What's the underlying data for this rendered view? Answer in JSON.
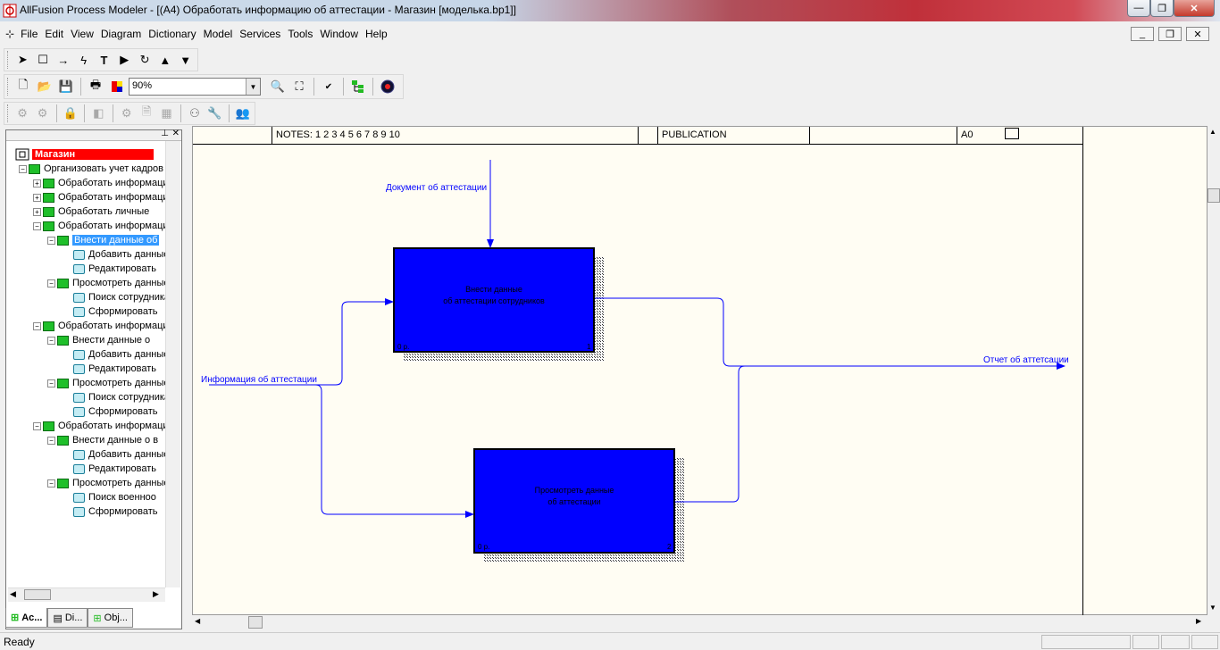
{
  "window": {
    "title": "AllFusion Process Modeler - [(A4) Обработать информацию  об аттестации  - Магазин  [моделька.bp1]]",
    "minimize": "—",
    "maximize": "❐",
    "close": "✕"
  },
  "menu": [
    "File",
    "Edit",
    "View",
    "Diagram",
    "Dictionary",
    "Model",
    "Services",
    "Tools",
    "Window",
    "Help"
  ],
  "mdi_buttons": [
    "_",
    "❐",
    "✕"
  ],
  "toolbar_zoom": {
    "value": "90%"
  },
  "tree": {
    "root": "Магазин",
    "items": [
      {
        "label": "Организовать учет кадров",
        "level": 0,
        "exp": "−",
        "icon": "green"
      },
      {
        "label": "Обработать информацию",
        "level": 1,
        "exp": "+",
        "icon": "green"
      },
      {
        "label": "Обработать информацию",
        "level": 1,
        "exp": "+",
        "icon": "green"
      },
      {
        "label": "Обработать  личные",
        "level": 1,
        "exp": "+",
        "icon": "green"
      },
      {
        "label": "Обработать информацию",
        "level": 1,
        "exp": "−",
        "icon": "green"
      },
      {
        "label": "Внести данные  об",
        "level": 2,
        "exp": "−",
        "icon": "green",
        "selected": true
      },
      {
        "label": "Добавить данные",
        "level": 3,
        "exp": "",
        "icon": "cyan"
      },
      {
        "label": "Редактировать",
        "level": 3,
        "exp": "",
        "icon": "cyan"
      },
      {
        "label": "Просмотреть данные",
        "level": 2,
        "exp": "−",
        "icon": "green"
      },
      {
        "label": "Поиск сотрудника",
        "level": 3,
        "exp": "",
        "icon": "cyan"
      },
      {
        "label": "Сформировать",
        "level": 3,
        "exp": "",
        "icon": "cyan"
      },
      {
        "label": "Обработать информацию",
        "level": 1,
        "exp": "−",
        "icon": "green"
      },
      {
        "label": "Внести данные  о",
        "level": 2,
        "exp": "−",
        "icon": "green"
      },
      {
        "label": "Добавить данные",
        "level": 3,
        "exp": "",
        "icon": "cyan"
      },
      {
        "label": "Редактировать",
        "level": 3,
        "exp": "",
        "icon": "cyan"
      },
      {
        "label": "Просмотреть данные",
        "level": 2,
        "exp": "−",
        "icon": "green"
      },
      {
        "label": "Поиск сотрудника",
        "level": 3,
        "exp": "",
        "icon": "cyan"
      },
      {
        "label": "Сформировать",
        "level": 3,
        "exp": "",
        "icon": "cyan"
      },
      {
        "label": "Обработать информацию",
        "level": 1,
        "exp": "−",
        "icon": "green"
      },
      {
        "label": "Внести данные о в",
        "level": 2,
        "exp": "−",
        "icon": "green"
      },
      {
        "label": "Добавить данные",
        "level": 3,
        "exp": "",
        "icon": "cyan"
      },
      {
        "label": "Редактировать",
        "level": 3,
        "exp": "",
        "icon": "cyan"
      },
      {
        "label": "Просмотреть данные",
        "level": 2,
        "exp": "−",
        "icon": "green"
      },
      {
        "label": "Поиск военноо",
        "level": 3,
        "exp": "",
        "icon": "cyan"
      },
      {
        "label": "Сформировать",
        "level": 3,
        "exp": "",
        "icon": "cyan"
      }
    ]
  },
  "tabs": [
    {
      "label": "Ac...",
      "icon": "activity-tree-icon",
      "active": true
    },
    {
      "label": "Di...",
      "icon": "diagram-list-icon",
      "active": false
    },
    {
      "label": "Obj...",
      "icon": "objects-icon",
      "active": false
    }
  ],
  "diagram_header": {
    "notes": "NOTES:  1  2  3  4  5  6  7  8  9  10",
    "publication": "PUBLICATION",
    "node": "A0"
  },
  "diagram": {
    "box1": {
      "line1": "Внести данные",
      "line2": "об аттестации сотрудников",
      "cost": "0 р.",
      "num": "1"
    },
    "box2": {
      "line1": "Просмотреть данные",
      "line2": "об аттестации",
      "cost": "0 р.",
      "num": "2"
    },
    "arrows": {
      "control": "Документ об аттестации",
      "input": "Информация об аттестации",
      "output": "Отчет об аттетсации"
    },
    "colors": {
      "box": "#0000ff",
      "arrow": "#0000ff"
    }
  },
  "status": {
    "text": "Ready"
  }
}
